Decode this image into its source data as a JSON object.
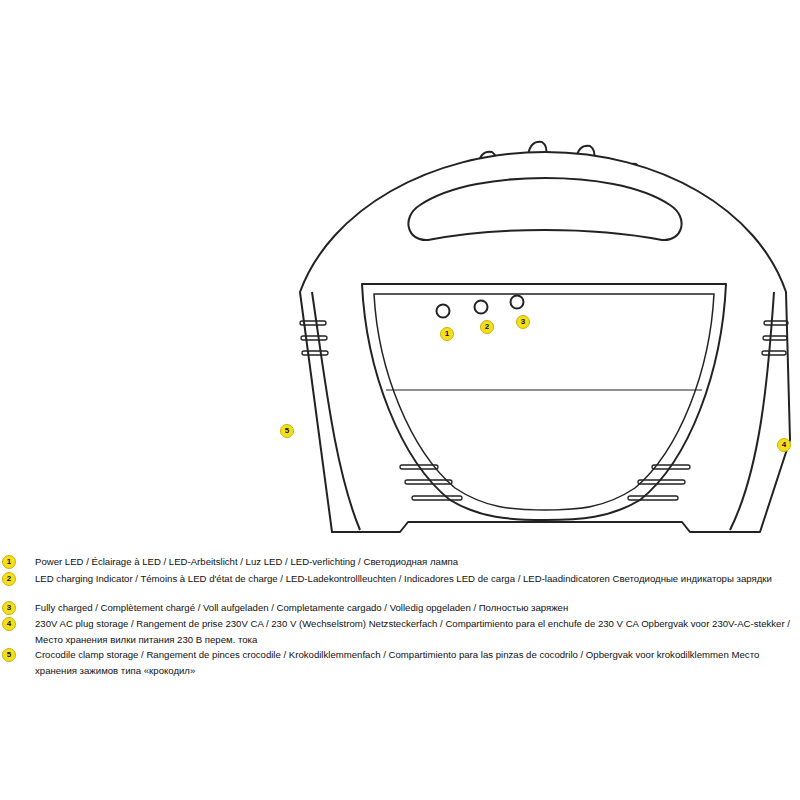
{
  "diagram": {
    "nodes": [
      {
        "text": [
          "1"
        ]
      },
      {
        "text": [
          "2"
        ]
      },
      {
        "text": [
          "3"
        ]
      },
      {
        "text": [
          "5"
        ]
      },
      {
        "text": [
          "4"
        ]
      },
      {
        "text": [
          "1"
        ]
      },
      {
        "text": [
          "2"
        ]
      },
      {
        "text": [
          "3"
        ]
      },
      {
        "text": [
          "4"
        ]
      },
      {
        "text": [
          "5"
        ]
      }
    ],
    "labels": [
      "Power LED / Éclairage à LED / LED-Arbeitslicht / Luz LED / LED-verlichting / Светодиодная лампа",
      "LED charging Indicator / Témoins à LED d'état de charge / LED-Ladekontrollleuchten / Indicadores LED de carga / LED-laadindicatoren Светодиодные индикаторы зарядки",
      "Fully charged / Complètement chargé / Voll aufgeladen / Completamente cargado / Volledig opgeladen / Полностью заряжен",
      "230V AC plug storage / Rangement de prise 230V CA / 230 V (Wechselstrom) Netzsteckerfach / Compartimiento para el enchufe de 230 V CA Opbergvak voor 230V-AC-stekker / Место хранения вилки питания 230 В перем. тока",
      "Crocodile clamp storage / Rangement de pinces crocodile / Krokodilklemmenfach / Compartimiento para las pinzas de cocodrilo / Opbergvak voor krokodilklemmen Место хранения зажимов типа «крокодил»"
    ]
  }
}
